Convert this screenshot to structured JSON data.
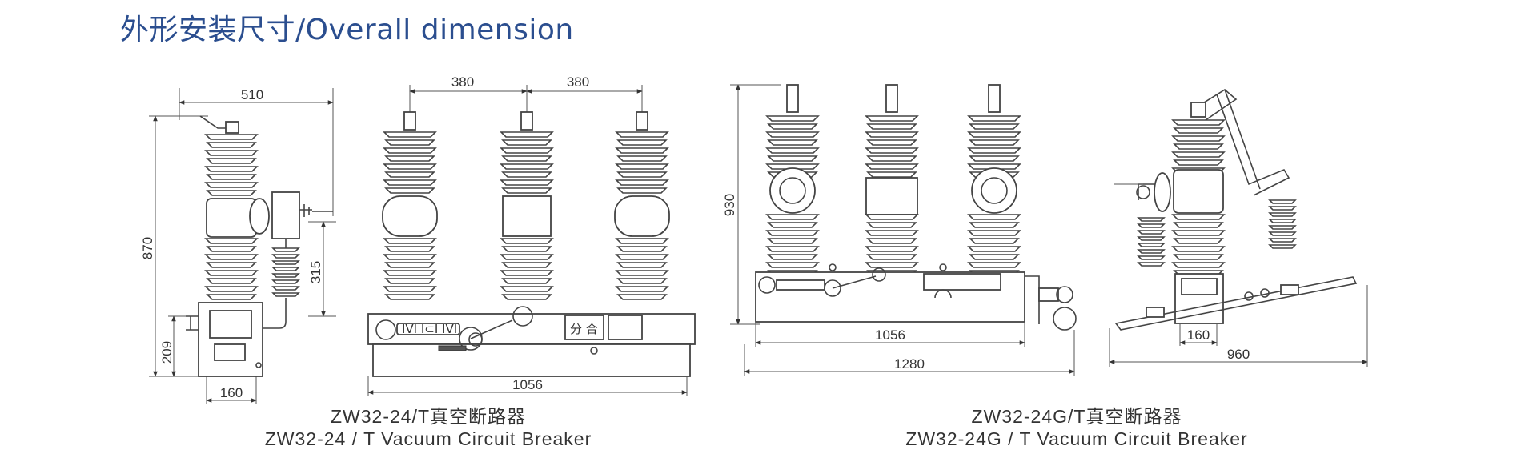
{
  "title": "外形安装尺寸/Overall dimension",
  "colors": {
    "title": "#2b4e8f",
    "line": "#444444",
    "text": "#333333"
  },
  "drawing_left": {
    "caption_cn": "ZW32-24/T真空断路器",
    "caption_en": "ZW32-24 / T Vacuum Circuit Breaker",
    "side_view": {
      "width": "510",
      "height": "870",
      "upper": "315",
      "lower": "209",
      "base": "160"
    },
    "front_view": {
      "spacing_1": "380",
      "spacing_2": "380",
      "total": "1056",
      "panel_label": "分 合"
    }
  },
  "drawing_right": {
    "caption_cn": "ZW32-24G/T真空断路器",
    "caption_en": "ZW32-24G / T Vacuum Circuit Breaker",
    "front_view": {
      "height": "930",
      "inner": "1056",
      "outer": "1280"
    },
    "side_view": {
      "base": "160",
      "total": "960"
    }
  }
}
